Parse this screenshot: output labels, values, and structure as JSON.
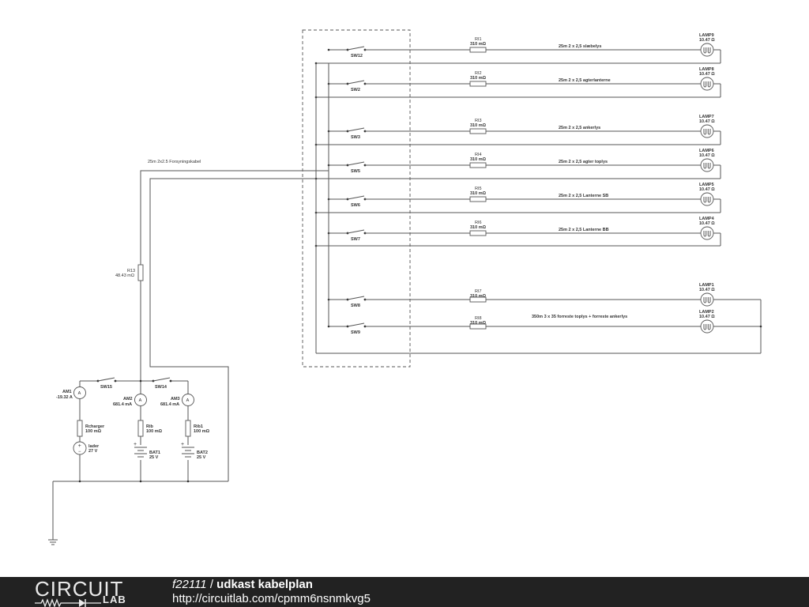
{
  "schematic": {
    "feeds": [
      {
        "sw": "SW12",
        "res": "RI1",
        "res_val": "310 mΩ",
        "cable": "25m 2 x 2,5 slæbelys",
        "lamp": "LAMP9",
        "lamp_val": "10.47 Ω"
      },
      {
        "sw": "SW2",
        "res": "RI2",
        "res_val": "310 mΩ",
        "cable": "25m 2 x 2,5 agterlanterne",
        "lamp": "LAMP8",
        "lamp_val": "10.47 Ω"
      },
      {
        "sw": "SW3",
        "res": "RI3",
        "res_val": "310 mΩ",
        "cable": "25m 2 x 2,5 ankerlys",
        "lamp": "LAMP7",
        "lamp_val": "10.47 Ω"
      },
      {
        "sw": "SW5",
        "res": "RI4",
        "res_val": "310 mΩ",
        "cable": "25m 2 x 2,5 agter toplys",
        "lamp": "LAMP6",
        "lamp_val": "10.47 Ω"
      },
      {
        "sw": "SW6",
        "res": "RI5",
        "res_val": "310 mΩ",
        "cable": "25m 2 x 2,5 Lanterne SB",
        "lamp": "LAMP5",
        "lamp_val": "10.47 Ω"
      },
      {
        "sw": "SW7",
        "res": "RI6",
        "res_val": "310 mΩ",
        "cable": "25m 2 x 2,5 Lanterne BB",
        "lamp": "LAMP4",
        "lamp_val": "10.47 Ω"
      }
    ],
    "lower_feeds": [
      {
        "sw": "SW8",
        "res": "RI7",
        "res_val": "310 mΩ",
        "lamp": "LAMP1",
        "lamp_val": "10.47 Ω"
      },
      {
        "sw": "SW9",
        "res": "RI8",
        "res_val": "310 mΩ",
        "lamp": "LAMP2",
        "lamp_val": "10.47 Ω"
      }
    ],
    "lower_cable": "350m 3 x 35 forreste toplys + forreste ankerlys",
    "supply_cable": "25m 2x2.5 Forsyningskabel",
    "r13": {
      "name": "R13",
      "value": "48.43 mΩ"
    },
    "sw15": "SW15",
    "sw14": "SW14",
    "am1": {
      "name": "AM1",
      "value": "-19.32 A",
      "symbol": "A"
    },
    "am2": {
      "name": "AM2",
      "value": "681.4 mA",
      "symbol": "A"
    },
    "am3": {
      "name": "AM3",
      "value": "681.4 mA",
      "symbol": "A"
    },
    "rcharger": {
      "name": "Rcharger",
      "value": "100 mΩ"
    },
    "rib": {
      "name": "Rib",
      "value": "100 mΩ"
    },
    "rib1": {
      "name": "Rib1",
      "value": "100 mΩ"
    },
    "lader": {
      "name": "lader",
      "value": "27 V",
      "plus": "+",
      "minus": "−"
    },
    "bat1": {
      "name": "BAT1",
      "value": "25 V",
      "plus": "+"
    },
    "bat2": {
      "name": "BAT2",
      "value": "25 V",
      "plus": "+"
    }
  },
  "footer": {
    "logo_top": "CIRCUIT",
    "logo_bottom": "LAB",
    "user": "f22111",
    "separator": " / ",
    "title": "udkast kabelplan",
    "url": "http://circuitlab.com/cpmm6nsnmkvg5"
  }
}
